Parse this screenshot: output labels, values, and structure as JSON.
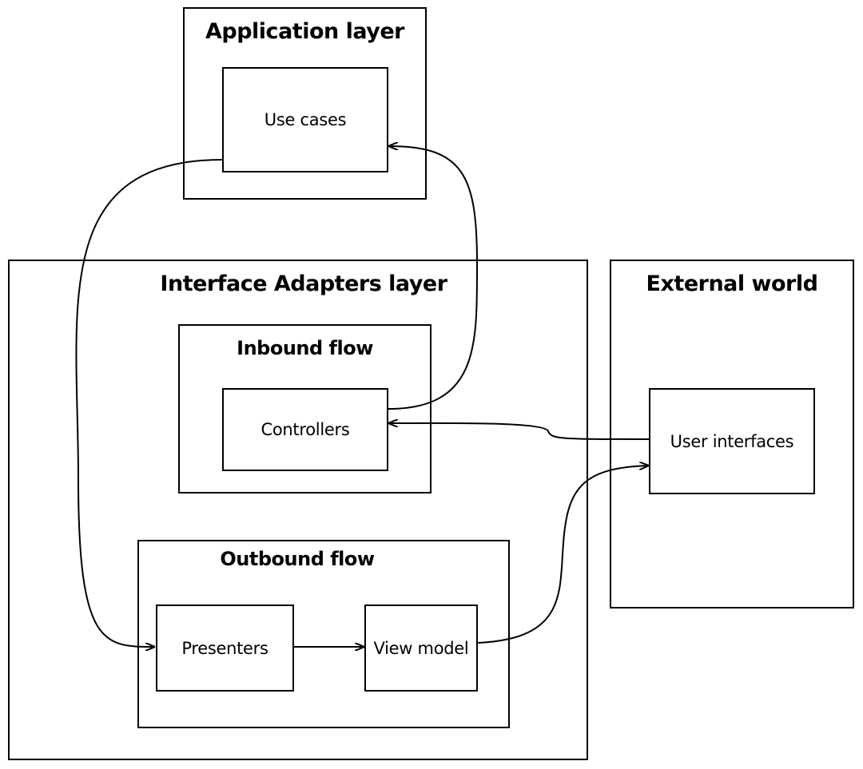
{
  "application_layer": {
    "title": "Application layer",
    "use_cases": "Use cases"
  },
  "interface_adapters_layer": {
    "title": "Interface Adapters layer",
    "inbound": {
      "title": "Inbound flow",
      "controllers": "Controllers"
    },
    "outbound": {
      "title": "Outbound flow",
      "presenters": "Presenters",
      "view_model": "View model"
    }
  },
  "external_world": {
    "title": "External world",
    "user_interfaces": "User interfaces"
  },
  "colors": {
    "stroke": "#000000",
    "background": "#ffffff"
  }
}
